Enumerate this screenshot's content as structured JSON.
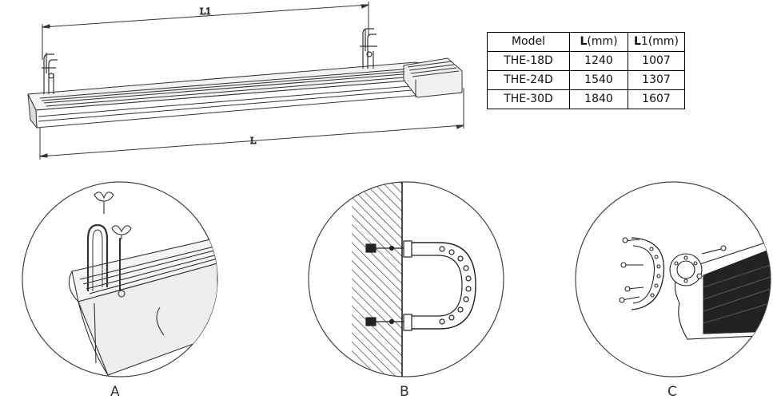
{
  "main_drawing": {
    "dim_top": "L1",
    "dim_bottom": "L"
  },
  "spec_table": {
    "headers": [
      {
        "bold": "",
        "rest": "Model"
      },
      {
        "bold": "L",
        "rest": "(mm)"
      },
      {
        "bold": "L",
        "rest": "1(mm)"
      }
    ],
    "rows": [
      [
        "THE-18D",
        "1240",
        "1007"
      ],
      [
        "THE-24D",
        "1540",
        "1307"
      ],
      [
        "THE-30D",
        "1840",
        "1607"
      ]
    ]
  },
  "details": {
    "a": "A",
    "b": "B",
    "c": "C"
  }
}
